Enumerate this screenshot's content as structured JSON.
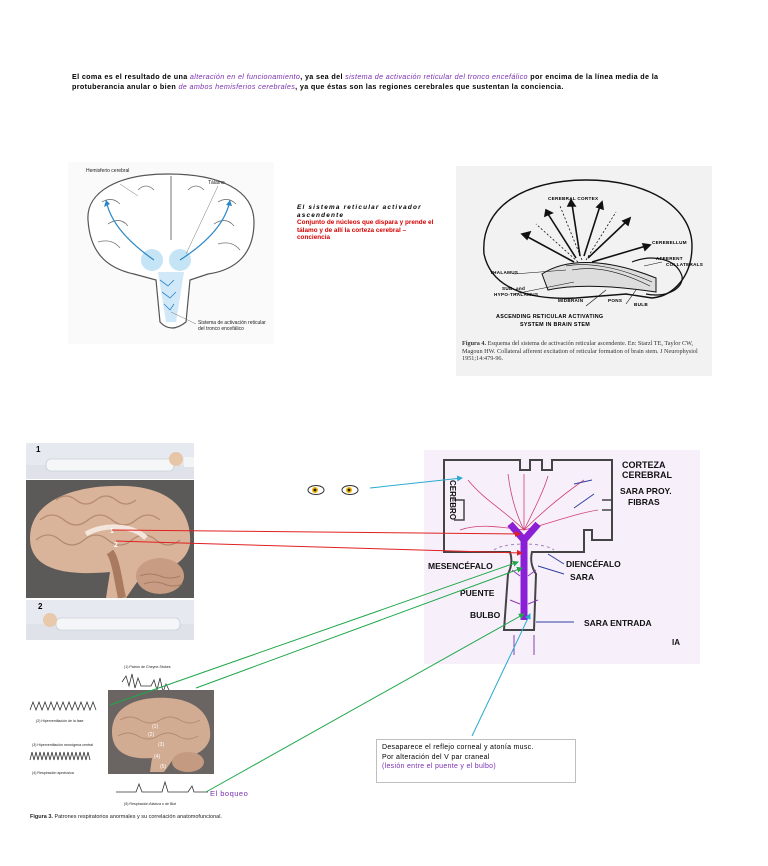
{
  "intro": {
    "part1": "El coma es el resultado de una ",
    "em1": "alteración en el funcionamiento",
    "part2": ", ya sea del ",
    "em2": "sistema de activación reticular del tronco encefálico",
    "part3": " por encima de la línea media de la protuberancia anular o bien ",
    "em3": "de ambos hemisferios cerebrales",
    "part4": ", ya que éstas son las regiones cerebrales que sustentan la conciencia."
  },
  "brain_diagram": {
    "hemisferio": "Hemisferio cerebral",
    "talamo": "Tálamo",
    "sistema": "Sistema de activación reticular del tronco encefálico"
  },
  "sara_note": {
    "title": "El sistema reticular activador ascendente",
    "body": "Conjunto de núcleos que dispara y prende el tálamo y de allí la corteza cerebral – conciencia"
  },
  "fig4": {
    "labels": {
      "cortex": "CEREBRAL CORTEX",
      "cerebellum": "CEREBELLUM",
      "afferent": "AFFERENT",
      "collaterals": "COLLATERALS",
      "thalamus": "THALAMUS",
      "sub": "SUB- and",
      "hypo": "HYPO-THALAMUS",
      "midbrain": "MIDBRAIN",
      "pons": "PONS",
      "bulb": "BULB",
      "ascending1": "ASCENDING RETICULAR ACTIVATING",
      "ascending2": "SYSTEM IN BRAIN STEM"
    },
    "caption_label": "Figura 4.",
    "caption": " Esquema del sistema de activación reticular ascendente. En: Starzl TE, Taylor CW, Magoun HW. Collateral afferent excitation of reticular formation of brain stem. J Neurophysiol 1951;14:479-96."
  },
  "patients": {
    "n1": "1",
    "n2": "2",
    "b1": "1",
    "b2": "2"
  },
  "schematic": {
    "corteza": "CORTEZA",
    "cerebral": "CEREBRAL",
    "cerebro": "CEREBRO",
    "sara_proy": "SARA PROY.",
    "fibras": "FIBRAS",
    "mesencefalo": "MESENCÉFALO",
    "diencefalo": "DIENCÉFALO",
    "sara": "SARA",
    "puente": "PUENTE",
    "bulbo": "BULBO",
    "sara_entrada": "SARA ENTRADA",
    "ia": "IA"
  },
  "fig3": {
    "p1": "(1) Patrón de Cheyne-Stokes",
    "p2": "(2) Hiperventilación de la fase",
    "p3": "(3) Hiperventilación neurógena central",
    "p4": "(4) Respiración apnéusica",
    "p5": "(5) Respiración Atáxica o de Biot",
    "n1": "(1)",
    "n2": "(2)",
    "n3": "(3)",
    "n4": "(4)",
    "n5": "(5)",
    "caption_label": "Figura 3.",
    "caption": " Patrones respiratorios anormales y su correlación anatomofuncional."
  },
  "corneal": {
    "line1": "Desaparece el reflejo corneal y atonía musc.",
    "line2": "Por alteración del V par craneal",
    "line3": "(lesión entre el puente y el bulbo)"
  },
  "boqueo": "El boqueo",
  "colors": {
    "accent_purple": "#7a2fb0",
    "alert_red": "#d40000",
    "arrow_red": "#e02020",
    "arrow_green": "#1fa84a",
    "arrow_cyan": "#2aaad0"
  }
}
